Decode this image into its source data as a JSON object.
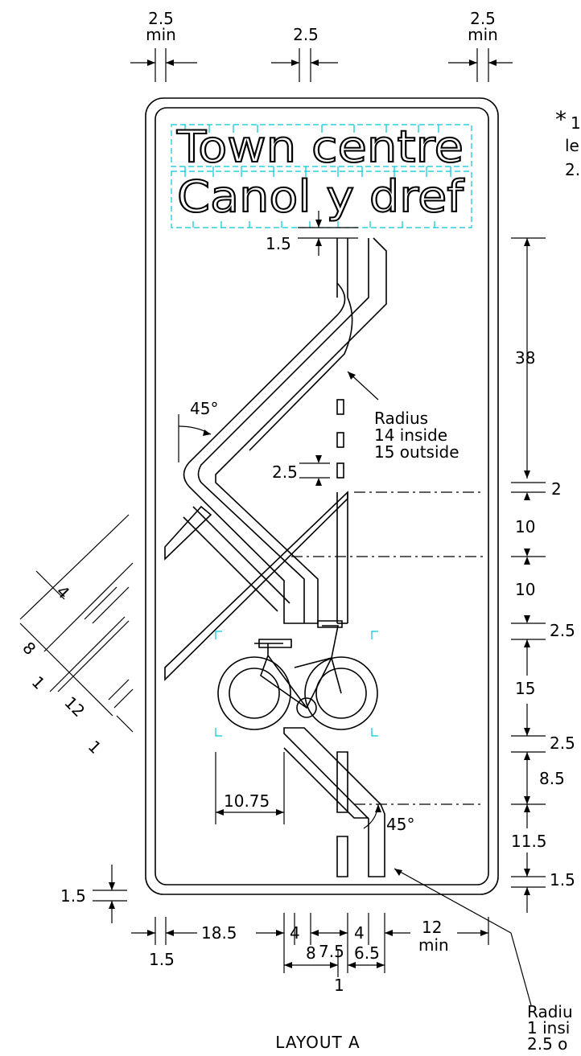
{
  "sign": {
    "line1": "Town centre",
    "line2": "Canol y dref",
    "layout_caption": "LAYOUT A"
  },
  "note": {
    "star": "*",
    "l1": "1",
    "l2": "le",
    "l3": "2."
  },
  "labels": {
    "top_min_left_val": "2.5",
    "top_min_left_txt": "min",
    "top_mid": "2.5",
    "top_min_right_val": "2.5",
    "top_min_right_txt": "min",
    "gap_top": "1.5",
    "angle_top": "45°",
    "radius_title": "Radius",
    "radius_inside": "14  inside",
    "radius_outside": "15  outside",
    "dash_gap": "2.5",
    "angle_bottom": "45°",
    "width_1075": "10.75",
    "radius2_title": "Radiu",
    "radius2_inside": "1  insi",
    "radius2_outside": "2.5  o",
    "bottom_left_border": "1.5",
    "r_38": "38",
    "r_2": "2",
    "r_10a": "10",
    "r_10b": "10",
    "r_25a": "2.5",
    "r_15": "15",
    "r_25b": "2.5",
    "r_85": "8.5",
    "r_115": "11.5",
    "r_15b": "1.5",
    "b_185": "18.5",
    "b_4a": "4",
    "b_4b": "4",
    "b_12": "12",
    "b_min": "min",
    "b_15": "1.5",
    "b_75": "7.5",
    "b_8": "8",
    "b_65": "6.5",
    "b_1": "1",
    "d_4": "4",
    "d_8": "8",
    "d_1a": "1",
    "d_12": "12",
    "d_1b": "1"
  }
}
